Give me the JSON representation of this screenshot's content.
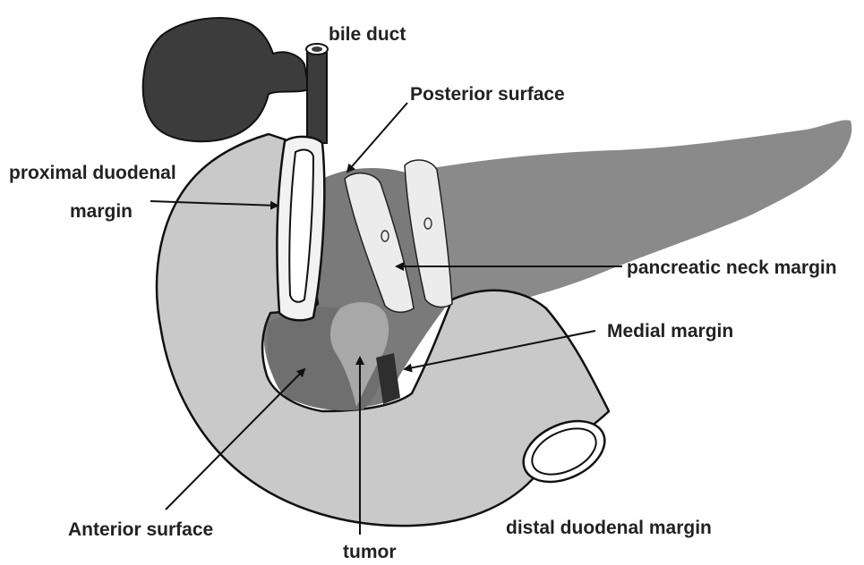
{
  "labels": {
    "bile_duct": "bile duct",
    "posterior_surface": "Posterior surface",
    "proximal_duodenal_line1": "proximal duodenal",
    "proximal_duodenal_line2": "margin",
    "pancreatic_neck_margin": "pancreatic neck margin",
    "medial_margin": "Medial margin",
    "anterior_surface": "Anterior surface",
    "distal_duodenal_margin": "distal duodenal margin",
    "tumor": "tumor"
  },
  "colors": {
    "outline": "#111111",
    "liver": "#3c3c3c",
    "pancreas_body": "#8a8a8a",
    "duodenum": "#c9c9c9",
    "anterior_surface": "#7a7a7a",
    "tumor": "#a8a8a8",
    "margin_slices": "#ececec",
    "medial_margin": "#2e2e2e",
    "arrow": "#111111"
  }
}
